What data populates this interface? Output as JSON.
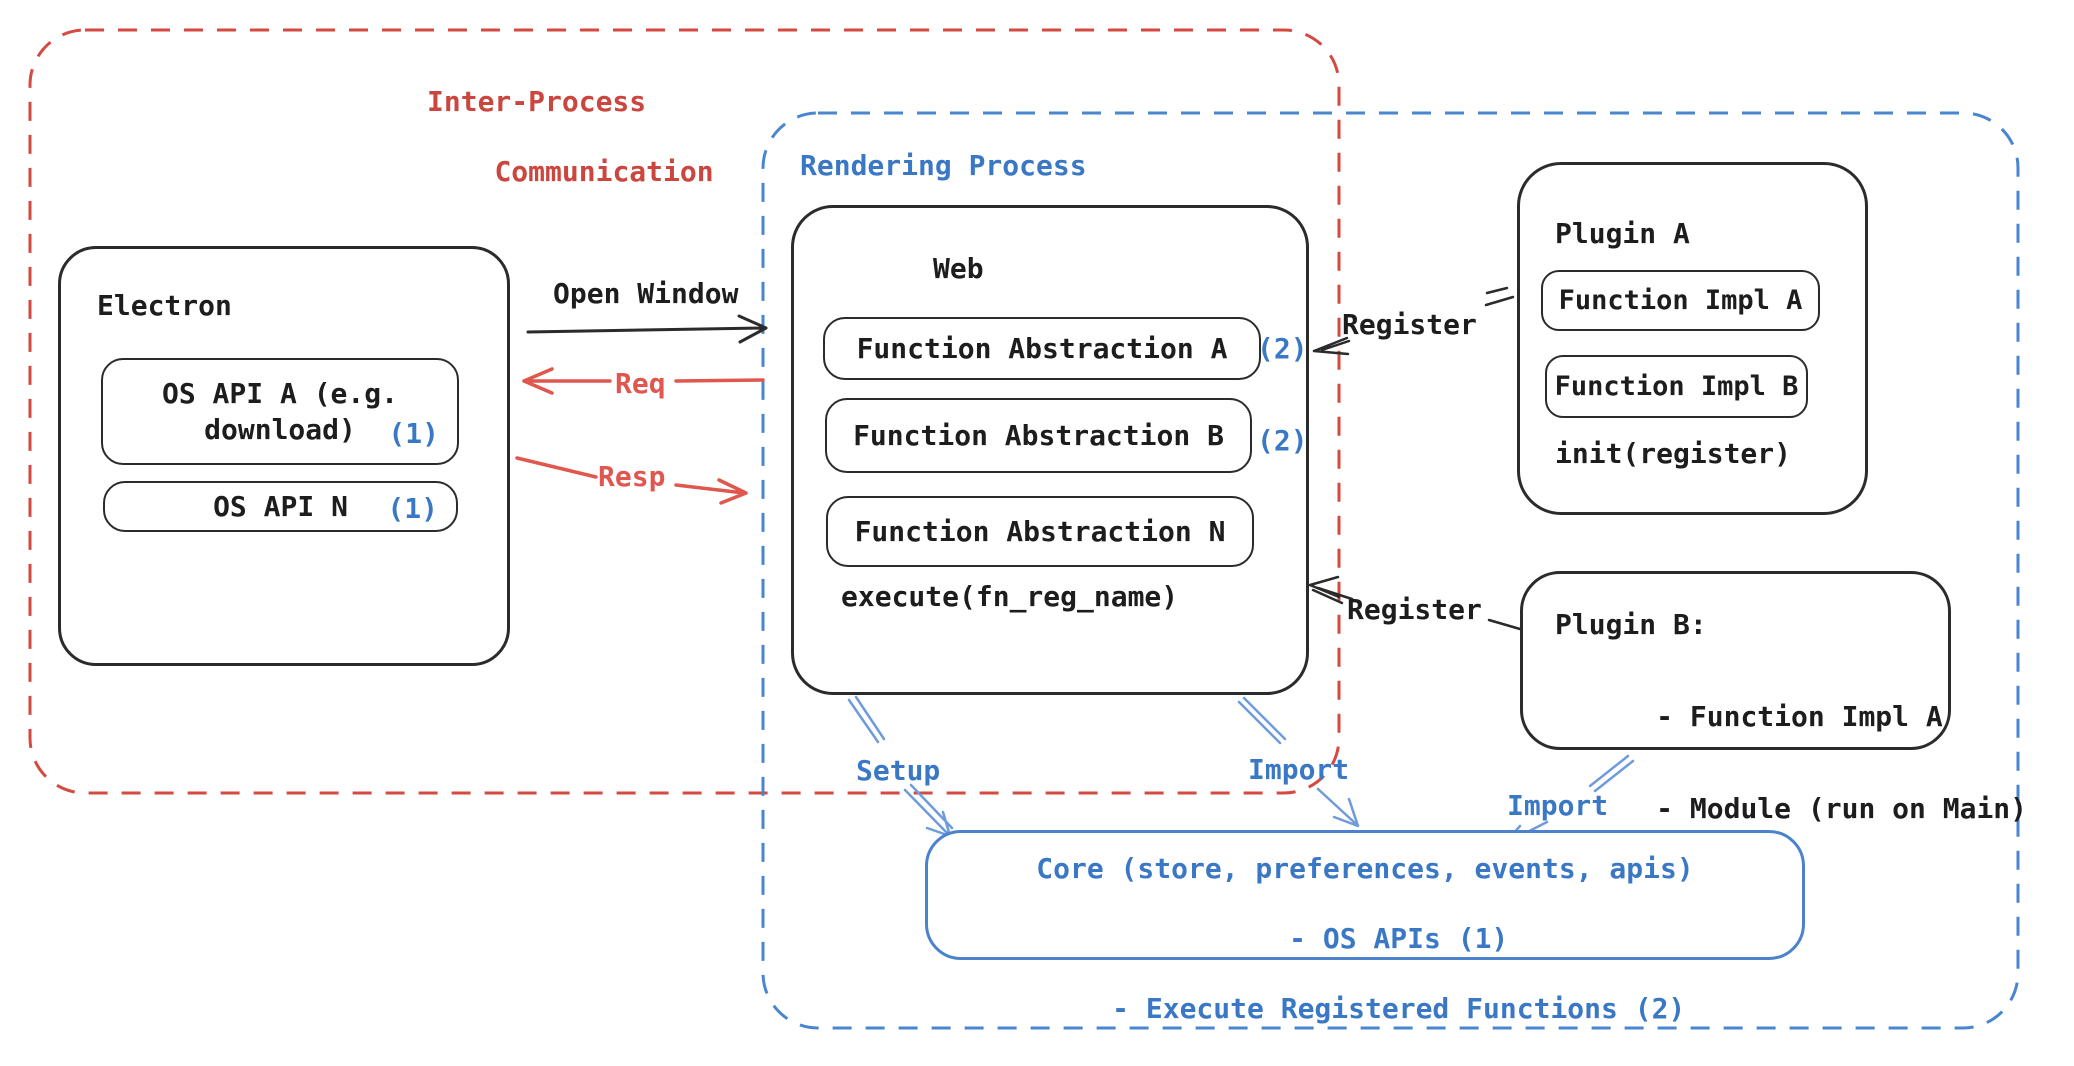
{
  "ipc": {
    "line1": "Inter-Process",
    "line2": "Communication"
  },
  "rendering": {
    "title": "Rendering Process"
  },
  "flow": {
    "open_window": "Open Window",
    "req": "Req",
    "resp": "Resp",
    "register_top": "Register",
    "register_bottom": "Register",
    "setup": "Setup",
    "import_mid": "Import",
    "import_plugin": "Import"
  },
  "electron": {
    "title": "Electron",
    "api_a": {
      "line1": "OS API A (e.g.",
      "line2": "download)",
      "badge": "(1)"
    },
    "api_n": {
      "label": "OS API N",
      "badge": "(1)"
    }
  },
  "web": {
    "title": "Web",
    "fa_a": {
      "label": "Function Abstraction A",
      "badge": "(2)"
    },
    "fa_b": {
      "label": "Function Abstraction B",
      "badge": "(2)"
    },
    "fa_n": {
      "label": "Function Abstraction N"
    },
    "execute": "execute(fn_reg_name)"
  },
  "plugin_a": {
    "title": "Plugin A",
    "impl_a": "Function Impl A",
    "impl_b": "Function Impl B",
    "init": "init(register)"
  },
  "plugin_b": {
    "line1": "Plugin B:",
    "line2": "- Function Impl A",
    "line3": "- Module (run on Main)"
  },
  "core": {
    "line1": "Core (store, preferences, events, apis)",
    "line2": "- OS APIs (1)",
    "line3": "- Execute Registered Functions (2)"
  },
  "colors": {
    "red_text": "#cb463e",
    "red_border": "#d44a41",
    "red_arrow": "#df574e",
    "blue_text": "#3a78c6",
    "blue_border": "#4a86d0",
    "blue_arrow": "#6f9bdb",
    "core_border": "#4b82cb",
    "black": "#1d1d1d"
  }
}
